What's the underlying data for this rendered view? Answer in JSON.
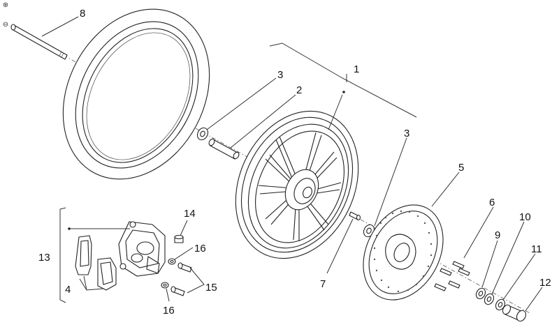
{
  "viewer": {
    "zoom_in_icon": "magnifier-plus-icon",
    "zoom_out_icon": "magnifier-minus-icon",
    "zoom_in_glyph": "⊕",
    "zoom_out_glyph": "⊖"
  },
  "callouts": {
    "c1": "1",
    "c2": "2",
    "c3a": "3",
    "c3b": "3",
    "c4": "4",
    "c5": "5",
    "c6": "6",
    "c7": "7",
    "c8": "8",
    "c9": "9",
    "c10": "10",
    "c11": "11",
    "c12": "12",
    "c13": "13",
    "c14": "14",
    "c15": "15",
    "c16a": "16",
    "c16b": "16"
  }
}
